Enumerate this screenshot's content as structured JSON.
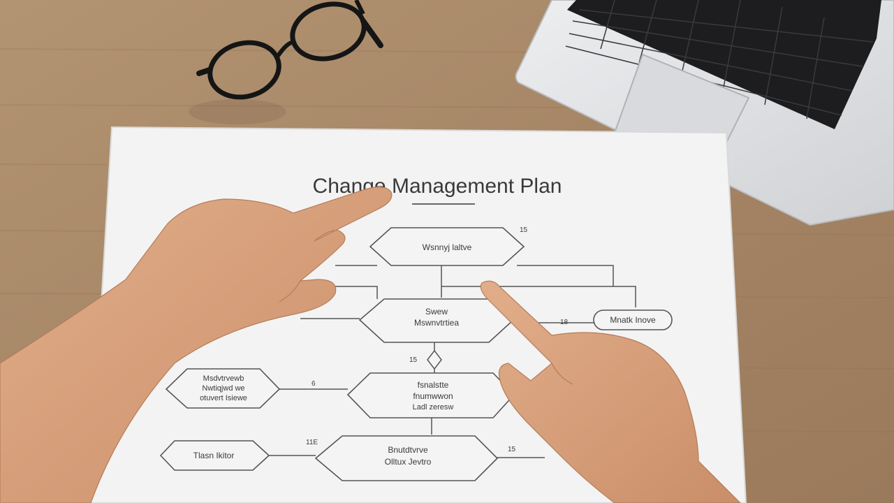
{
  "document": {
    "title": "Change Management Plan",
    "nodes": [
      {
        "id": "top",
        "lines": [
          "Wsnnyj laltve"
        ]
      },
      {
        "id": "middle",
        "lines": [
          "Swew",
          "Mswnvtrtiea"
        ]
      },
      {
        "id": "right",
        "lines": [
          "Mnatk Inove"
        ]
      },
      {
        "id": "left",
        "lines": [
          "Msdvtrvewb",
          "Nwtiqjwd we",
          "otuvert Isiewe"
        ]
      },
      {
        "id": "center",
        "lines": [
          "fsnalstte",
          "fnumwwon",
          "Ladl zeresw"
        ]
      },
      {
        "id": "bottom-left",
        "lines": [
          "Tlasn Ikitor"
        ]
      },
      {
        "id": "bottom",
        "lines": [
          "Bnutdtvrve",
          "Olltux Jevtro"
        ]
      }
    ],
    "small_labels": [
      "15",
      "18",
      "15",
      "6",
      "11E",
      "15"
    ]
  },
  "colors": {
    "desk": "#a98a6a",
    "paper": "#f3f3f3",
    "ink": "#3a3a3a",
    "laptop_body": "#e3e4e6",
    "keys": "#1d1d1f",
    "skin": "#d9a07c"
  },
  "icons": [
    "glasses-icon",
    "laptop-icon",
    "diamond-decision-icon"
  ]
}
